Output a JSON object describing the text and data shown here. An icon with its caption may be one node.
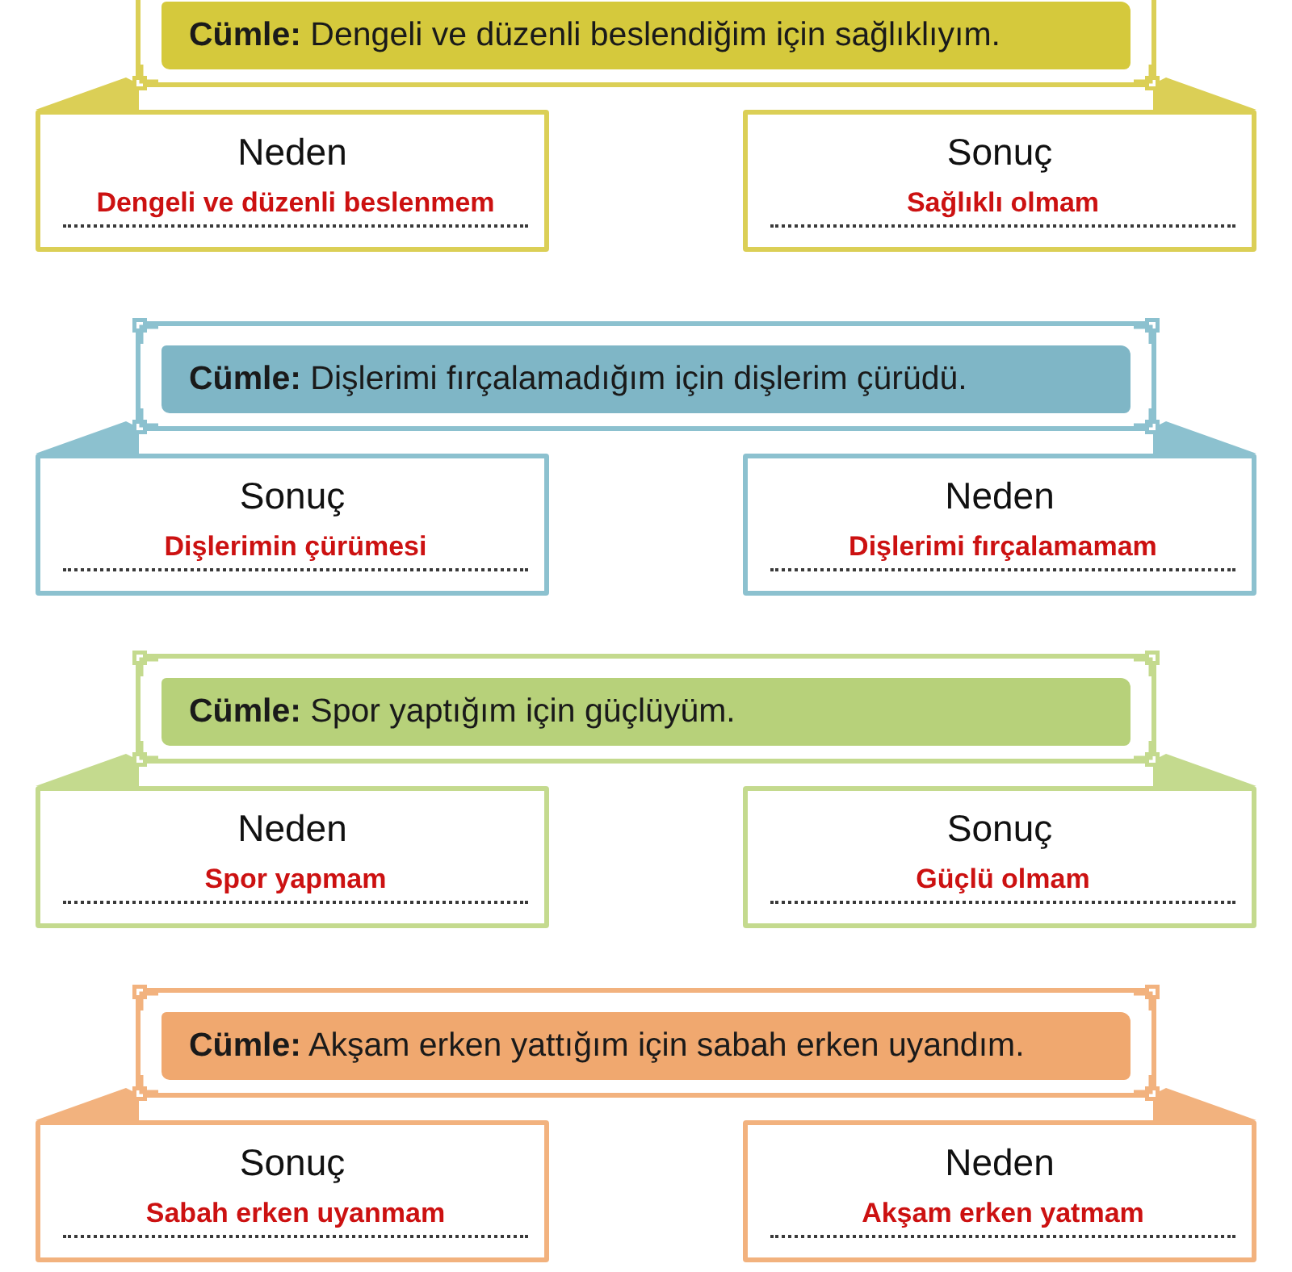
{
  "diagram": {
    "nodes": [
      {
        "text": [
          "**Cümle:** Dengeli ve düzenli beslendiğim için sağlıklıyım."
        ]
      },
      {
        "text": [
          "Neden",
          "Dengeli ve düzenli beslenmem"
        ]
      },
      {
        "text": [
          "Sonuç",
          "Sağlıklı olmam"
        ]
      },
      {
        "text": [
          "**Cümle:** Dişlerimi fırçalamadığım için dişlerim çürüdü."
        ]
      },
      {
        "text": [
          "Sonuç",
          "Dişlerimin çürümesi"
        ]
      },
      {
        "text": [
          "Neden",
          "Dişlerimi fırçalamamam"
        ]
      },
      {
        "text": [
          "**Cümle:** Spor yaptığım için güçlüyüm."
        ]
      },
      {
        "text": [
          "Neden",
          "Spor yapmam"
        ]
      },
      {
        "text": [
          "Sonuç",
          "Güçlü olmam"
        ]
      },
      {
        "text": [
          "**Cümle:** Akşam erken yattığım için sabah erken uyandım."
        ]
      },
      {
        "text": [
          "Sonuç",
          "Sabah erken uyanmam"
        ]
      },
      {
        "text": [
          "Neden",
          "Akşam erken yatmam"
        ]
      }
    ]
  }
}
